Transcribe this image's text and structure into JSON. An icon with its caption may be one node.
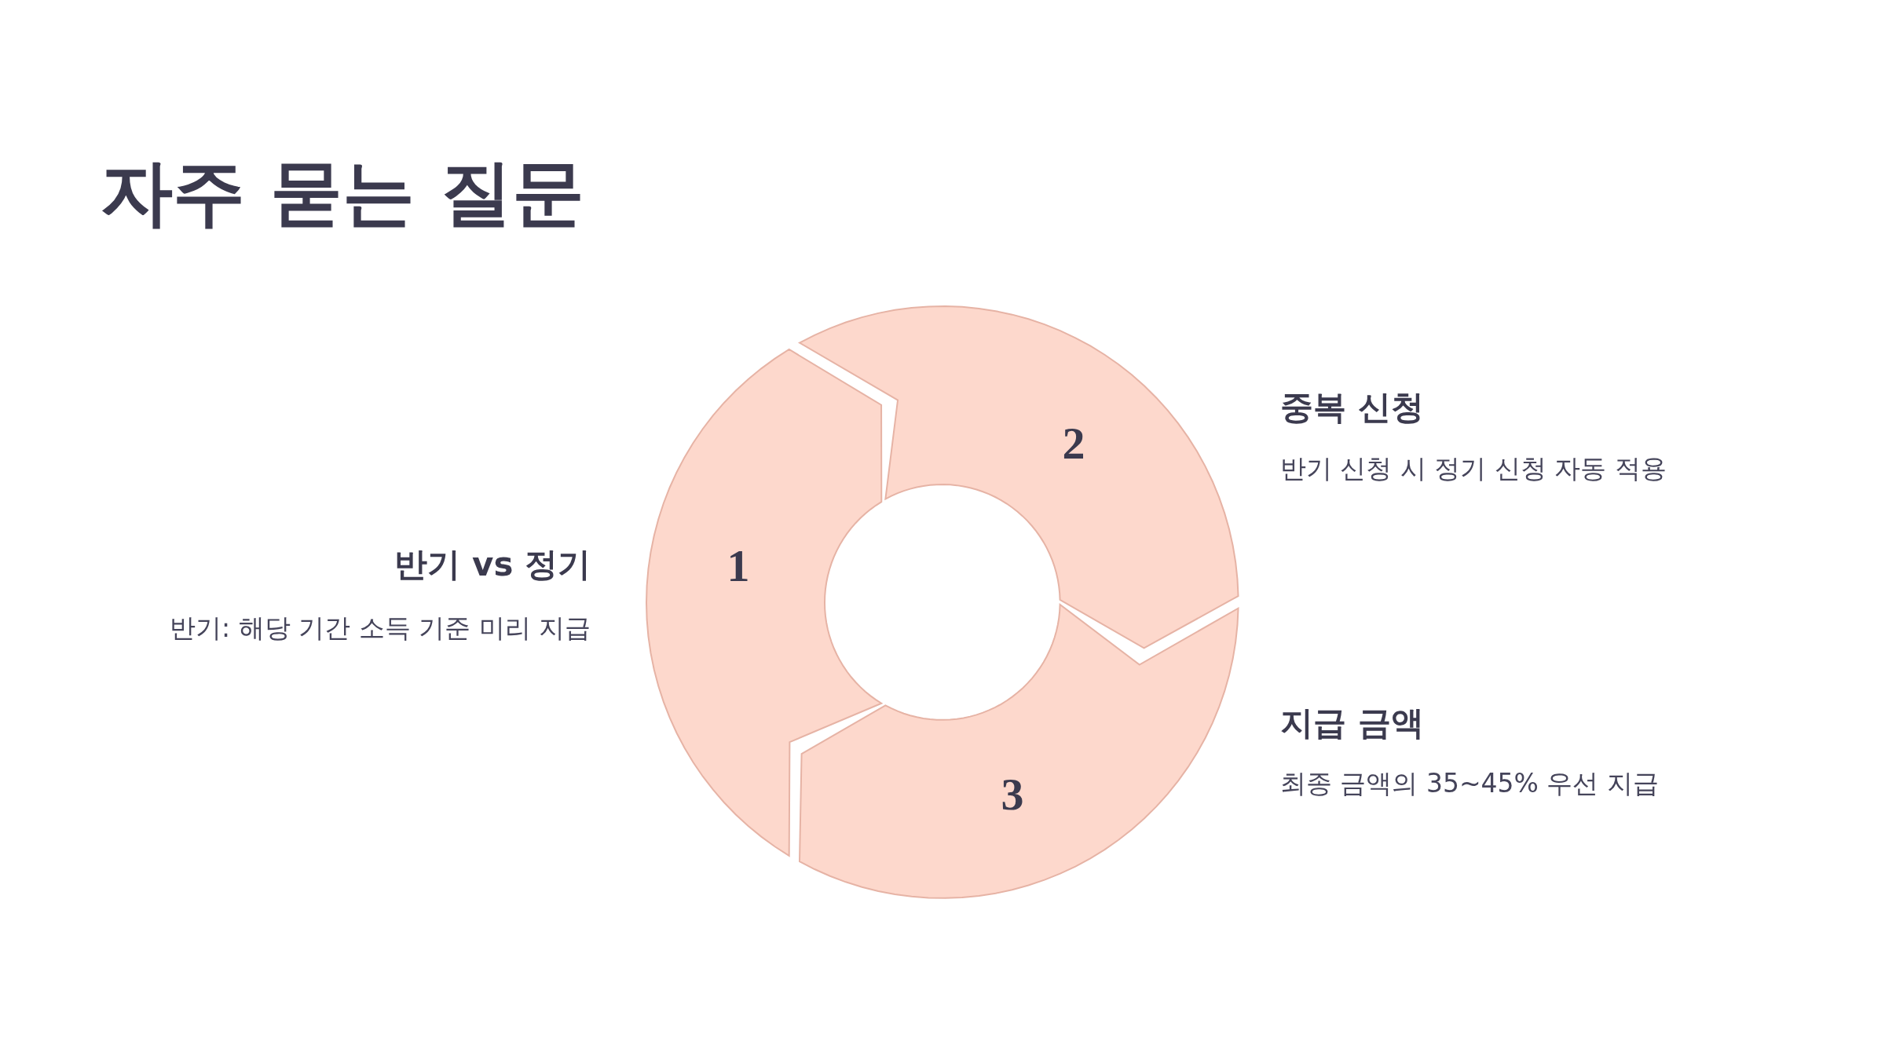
{
  "diagram": {
    "title": "자주 묻는 질문",
    "nodes": [
      {
        "text": [
          "1"
        ],
        "beside": [
          "반기 vs 정기",
          "반기: 해당 기간 소득 기준 미리 지급"
        ]
      },
      {
        "text": [
          "2"
        ],
        "beside": [
          "중복 신청",
          "반기 신청 시 정기 신청 자동 적용"
        ]
      },
      {
        "text": [
          "3"
        ],
        "beside": [
          "지급 금액",
          "최종 금액의 35~45% 우선 지급"
        ]
      }
    ]
  }
}
